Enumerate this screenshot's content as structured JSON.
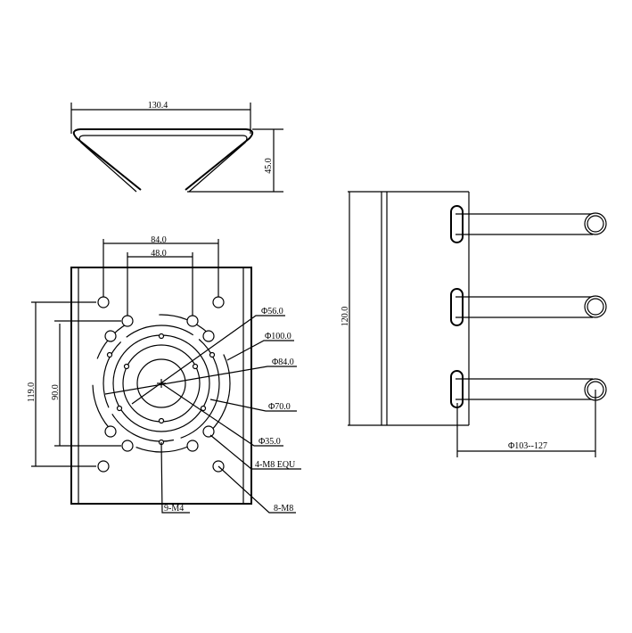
{
  "top_view": {
    "width_label": "130.4",
    "height_label": "45.0"
  },
  "front_view": {
    "dim_84": "84.0",
    "dim_48": "48.0",
    "dim_119": "119.0",
    "dim_90": "90.0",
    "labels": [
      "Φ56.0",
      "Φ100.0",
      "Φ84.0",
      "Φ70.0",
      "Φ35.0",
      "4-M8 EQU",
      "8-M8",
      "9-M4"
    ]
  },
  "side_view": {
    "height_label": "120.0",
    "clamp_label": "Φ103--127"
  }
}
